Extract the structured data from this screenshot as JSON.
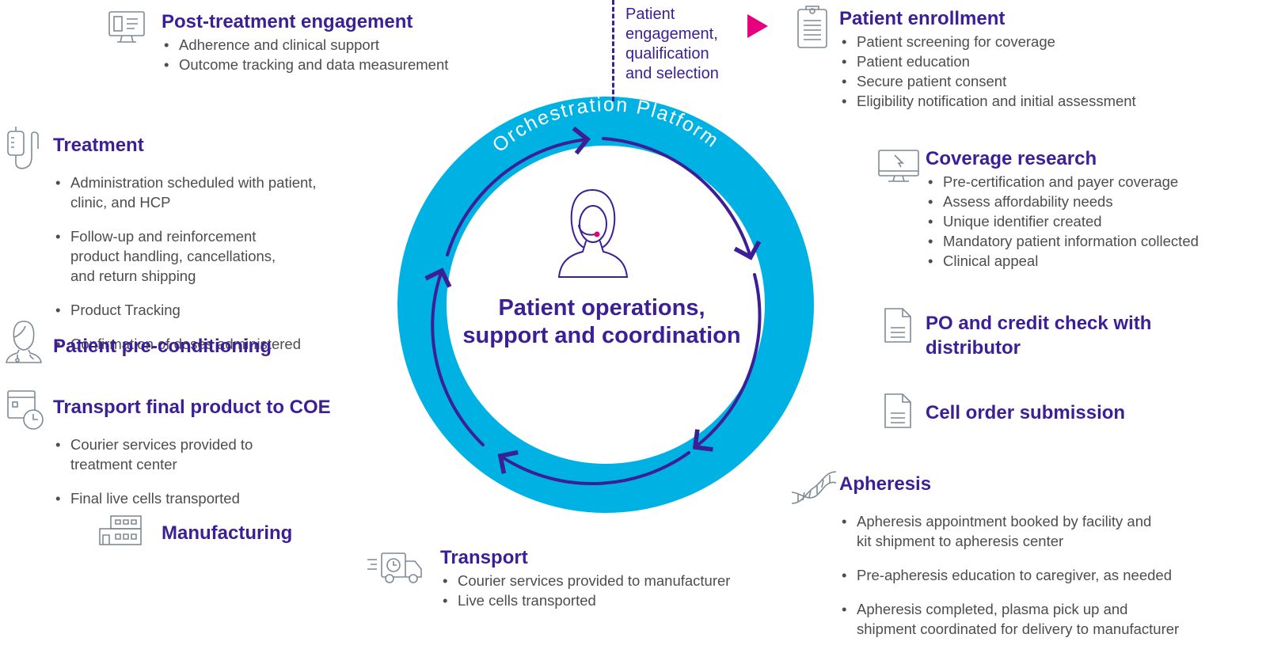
{
  "ring_label": "Orchestration Platform",
  "center": {
    "line1": "Patient operations,",
    "line2": "support and coordination"
  },
  "engagement_label": [
    "Patient",
    "engagement,",
    "qualification",
    "and selection"
  ],
  "colors": {
    "ring": "#00b2e3",
    "title": "#3c1f96",
    "arrow": "#3c1f96",
    "accent": "#e6007e",
    "icon": "#7d8a96"
  },
  "steps": {
    "post_treatment": {
      "title": "Post-treatment engagement",
      "icon": "monitor-list-icon",
      "bullets": [
        "Adherence and clinical support",
        "Outcome tracking and data measurement"
      ]
    },
    "treatment": {
      "title": "Treatment",
      "icon": "iv-bag-icon",
      "bullets": [
        "Administration scheduled with patient,\nclinic, and HCP",
        "Follow-up and reinforcement\nproduct handling, cancellations,\nand return shipping",
        "Product Tracking",
        "Confirmation of doses administered"
      ]
    },
    "pre_conditioning": {
      "title": "Patient pre-conditioning",
      "icon": "patient-doctor-icon"
    },
    "transport_final": {
      "title": "Transport final product to COE",
      "icon": "calendar-clock-icon",
      "bullets": [
        "Courier services provided to\ntreatment center",
        "Final live cells transported"
      ]
    },
    "manufacturing": {
      "title": "Manufacturing",
      "icon": "factory-icon"
    },
    "transport": {
      "title": "Transport",
      "icon": "delivery-truck-icon",
      "bullets": [
        "Courier services provided to manufacturer",
        "Live cells transported"
      ]
    },
    "enrollment": {
      "title": "Patient enrollment",
      "icon": "clipboard-icon",
      "bullets": [
        "Patient screening for coverage",
        "Patient education",
        "Secure patient consent",
        "Eligibility notification and initial assessment"
      ]
    },
    "coverage": {
      "title": "Coverage research",
      "icon": "monitor-cursor-icon",
      "bullets": [
        "Pre-certification and payer coverage",
        "Assess affordability needs",
        "Unique identifier created",
        "Mandatory patient information collected",
        "Clinical appeal"
      ]
    },
    "po_credit": {
      "title": "PO and credit check with\ndistributor",
      "icon": "document-icon"
    },
    "cell_order": {
      "title": "Cell order submission",
      "icon": "document-icon"
    },
    "apheresis": {
      "title": "Apheresis",
      "icon": "dna-icon",
      "bullets": [
        "Apheresis appointment booked by facility and\nkit shipment to apheresis center",
        "Pre-apheresis education to caregiver, as needed",
        "Apheresis completed, plasma pick up and\nshipment coordinated for delivery to manufacturer"
      ]
    }
  }
}
